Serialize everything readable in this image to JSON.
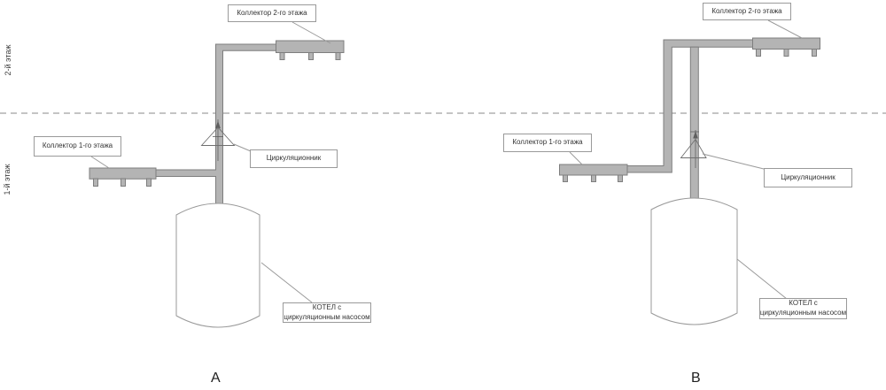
{
  "colors": {
    "pipe_fill": "#b4b4b4",
    "pipe_stroke": "#7e7e7e",
    "outline": "#9a9a9a",
    "text": "#333333",
    "dash": "#b0b0b0"
  },
  "floor_labels": {
    "second_floor": "2-й этаж",
    "first_floor": "1-й этаж"
  },
  "diagram_a": {
    "letter": "А",
    "collector_2_label": "Коллектор 2-го этажа",
    "collector_1_label": "Коллектор 1-го этажа",
    "pump_label": "Циркуляционник",
    "boiler_label_line_1": "КОТЕЛ с",
    "boiler_label_line_2": "циркуляционным насосом"
  },
  "diagram_b": {
    "letter": "В",
    "collector_2_label": "Коллектор 2-го этажа",
    "collector_1_label": "Коллектор 1-го этажа",
    "pump_label": "Циркуляционник",
    "boiler_label_line_1": "КОТЕЛ с",
    "boiler_label_line_2": "циркуляционным насосом"
  }
}
